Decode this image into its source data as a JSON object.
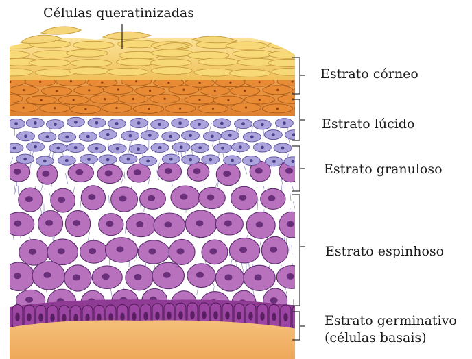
{
  "labels": {
    "top": "Células queratinizadas",
    "corneo": "Estrato córneo",
    "lucido": "Estrato lúcido",
    "granuloso": "Estrato granuloso",
    "espinhoso": "Estrato espinhoso",
    "germinativo_line1": "Estrato germinativo",
    "germinativo_line2": "(células basais)"
  },
  "colors": {
    "keratinized": "#f3cf6a",
    "corneo": "#e8953a",
    "lucido": "#a8a6dc",
    "granuloso": "#9a86cc",
    "espinhoso": "#b06cb8",
    "basal": "#8a3490",
    "dermis": "#f2b56b"
  }
}
